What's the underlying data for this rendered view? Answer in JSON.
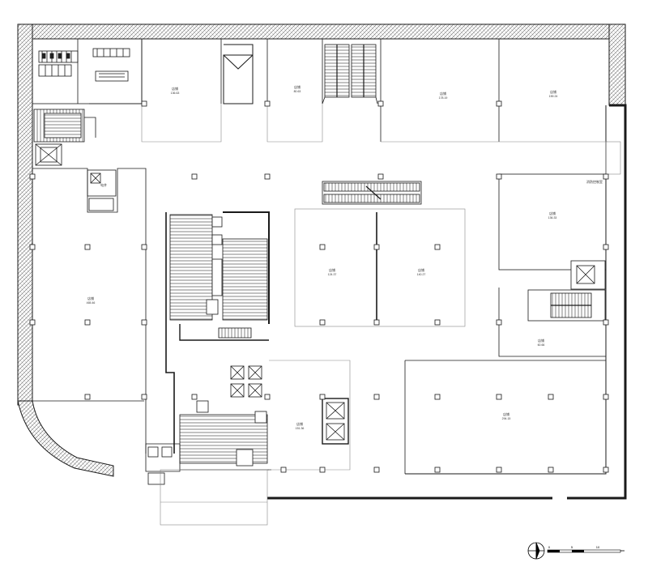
{
  "rooms": [
    {
      "label": "店铺",
      "area": "136.63"
    },
    {
      "label": "店铺",
      "area": "80.63"
    },
    {
      "label": "店铺",
      "area": "178.19"
    },
    {
      "label": "店铺",
      "area": "159.24"
    },
    {
      "label": "店铺",
      "area": "136.33"
    },
    {
      "label": "店铺",
      "area": "124.37"
    },
    {
      "label": "店铺",
      "area": "140.27"
    },
    {
      "label": "店铺",
      "area": "465.46"
    },
    {
      "label": "店铺",
      "area": "60.66"
    },
    {
      "label": "店铺",
      "area": "151.36"
    },
    {
      "label": "店铺",
      "area": "294.15"
    }
  ],
  "notes": {
    "east_room_tag": "消防控制室",
    "mid_left_tag": "电井"
  },
  "scale_bar": {
    "ticks": [
      "0",
      "5",
      "10"
    ]
  },
  "colors": {
    "line": "#1a1a1a",
    "hatch": "#555555",
    "thin": "#777777",
    "paper": "#ffffff"
  }
}
